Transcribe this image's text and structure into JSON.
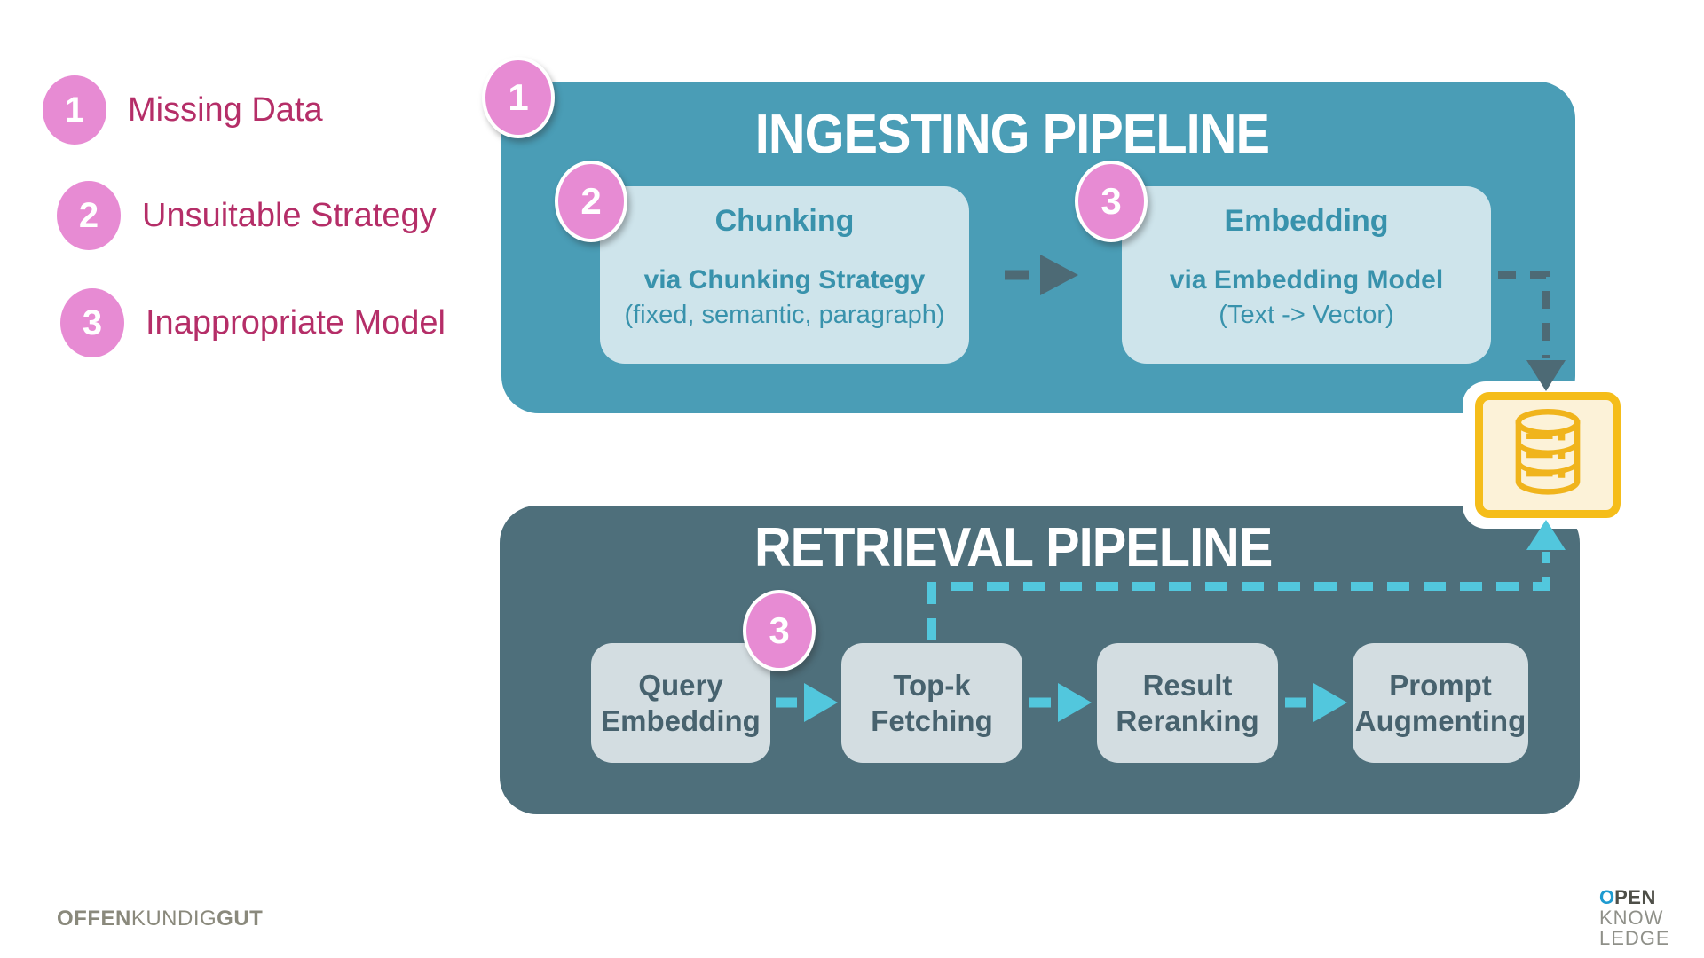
{
  "legend": {
    "items": [
      {
        "number": "1",
        "label": "Missing Data"
      },
      {
        "number": "2",
        "label": "Unsuitable Strategy"
      },
      {
        "number": "3",
        "label": "Inappropriate Model"
      }
    ]
  },
  "ingesting": {
    "title": "INGESTING PIPELINE",
    "badge": "1",
    "chunking": {
      "badge": "2",
      "title": "Chunking",
      "line1": "via Chunking Strategy",
      "line2": "(fixed, semantic, paragraph)"
    },
    "embedding": {
      "badge": "3",
      "title": "Embedding",
      "line1": "via Embedding Model",
      "line2": "(Text -> Vector)"
    }
  },
  "retrieval": {
    "title": "RETRIEVAL PIPELINE",
    "badge": "3",
    "steps": [
      {
        "line1": "Query",
        "line2": "Embedding"
      },
      {
        "line1": "Top-k",
        "line2": "Fetching"
      },
      {
        "line1": "Result",
        "line2": "Reranking"
      },
      {
        "line1": "Prompt",
        "line2": "Augmenting"
      }
    ]
  },
  "footer": {
    "left_logo": {
      "part1": "OFFEN",
      "part2": "KUNDIG",
      "part3": "GUT"
    },
    "right_logo": {
      "o": "O",
      "pen": "PEN",
      "line2": "KNOW",
      "line3": "LEDGE"
    }
  },
  "colors": {
    "ingesting_box": "#4a9db6",
    "retrieval_box": "#4e6f7b",
    "inner_box_blue": "#cee4eb",
    "inner_box_gray": "#d3dde1",
    "teal_text": "#3892ac",
    "slate_text": "#47626e",
    "badge_pink": "#e78bd3",
    "legend_text": "#b52e68",
    "cyan_arrow": "#52c7dd",
    "dark_arrow": "#4d6a75",
    "db_gold": "#f5bd1a",
    "db_cream": "#fcf2d8"
  }
}
